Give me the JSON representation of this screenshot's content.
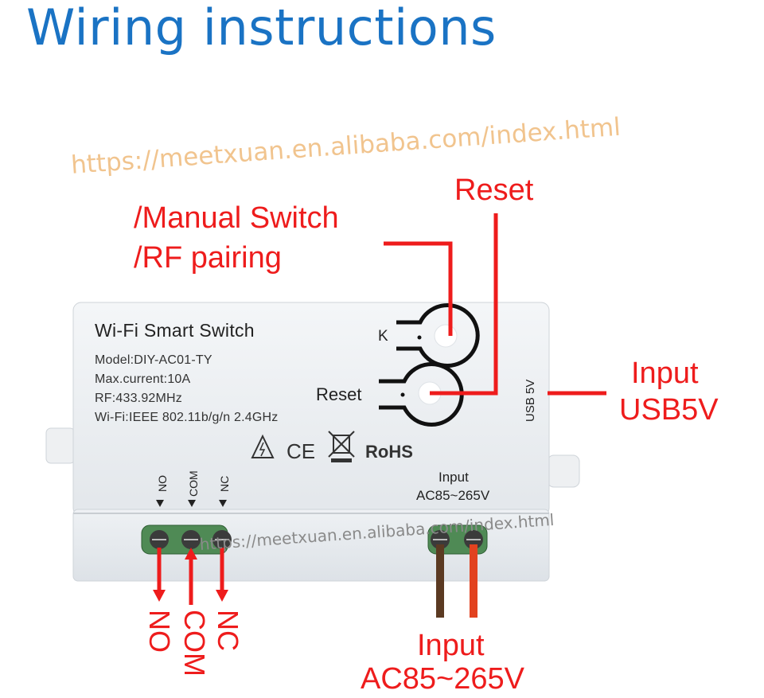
{
  "title": "Wiring instructions",
  "watermark": "https://meetxuan.en.alibaba.com/index.html",
  "callouts": {
    "reset": "Reset",
    "manual_switch": "/Manual Switch",
    "rf_pairing": "/RF pairing",
    "usb_input": [
      "Input",
      "USB5V"
    ],
    "ac_input": [
      "Input",
      "AC85~265V"
    ],
    "outputs": [
      "NO",
      "COM",
      "NC"
    ]
  },
  "device": {
    "name": "Wi-Fi Smart Switch",
    "specs": [
      "Model:DIY-AC01-TY",
      "Max.current:10A",
      "RF:433.92MHz",
      "Wi-Fi:IEEE 802.11b/g/n 2.4GHz"
    ],
    "k_label": "K",
    "reset_label": "Reset",
    "usb_label": "USB 5V",
    "input_label": "Input",
    "voltage_label": "AC85~265V",
    "ce_mark": "CE",
    "rohs_mark": "RoHS",
    "terminals": [
      "NO",
      "COM",
      "NC"
    ]
  },
  "colors": {
    "title": "#1a73c4",
    "callout": "#ee1c1c",
    "watermark": "#f1c48e",
    "terminal_block": "#4f8a55",
    "wire_brown": "#5b3a22",
    "wire_red": "#e2421f"
  }
}
